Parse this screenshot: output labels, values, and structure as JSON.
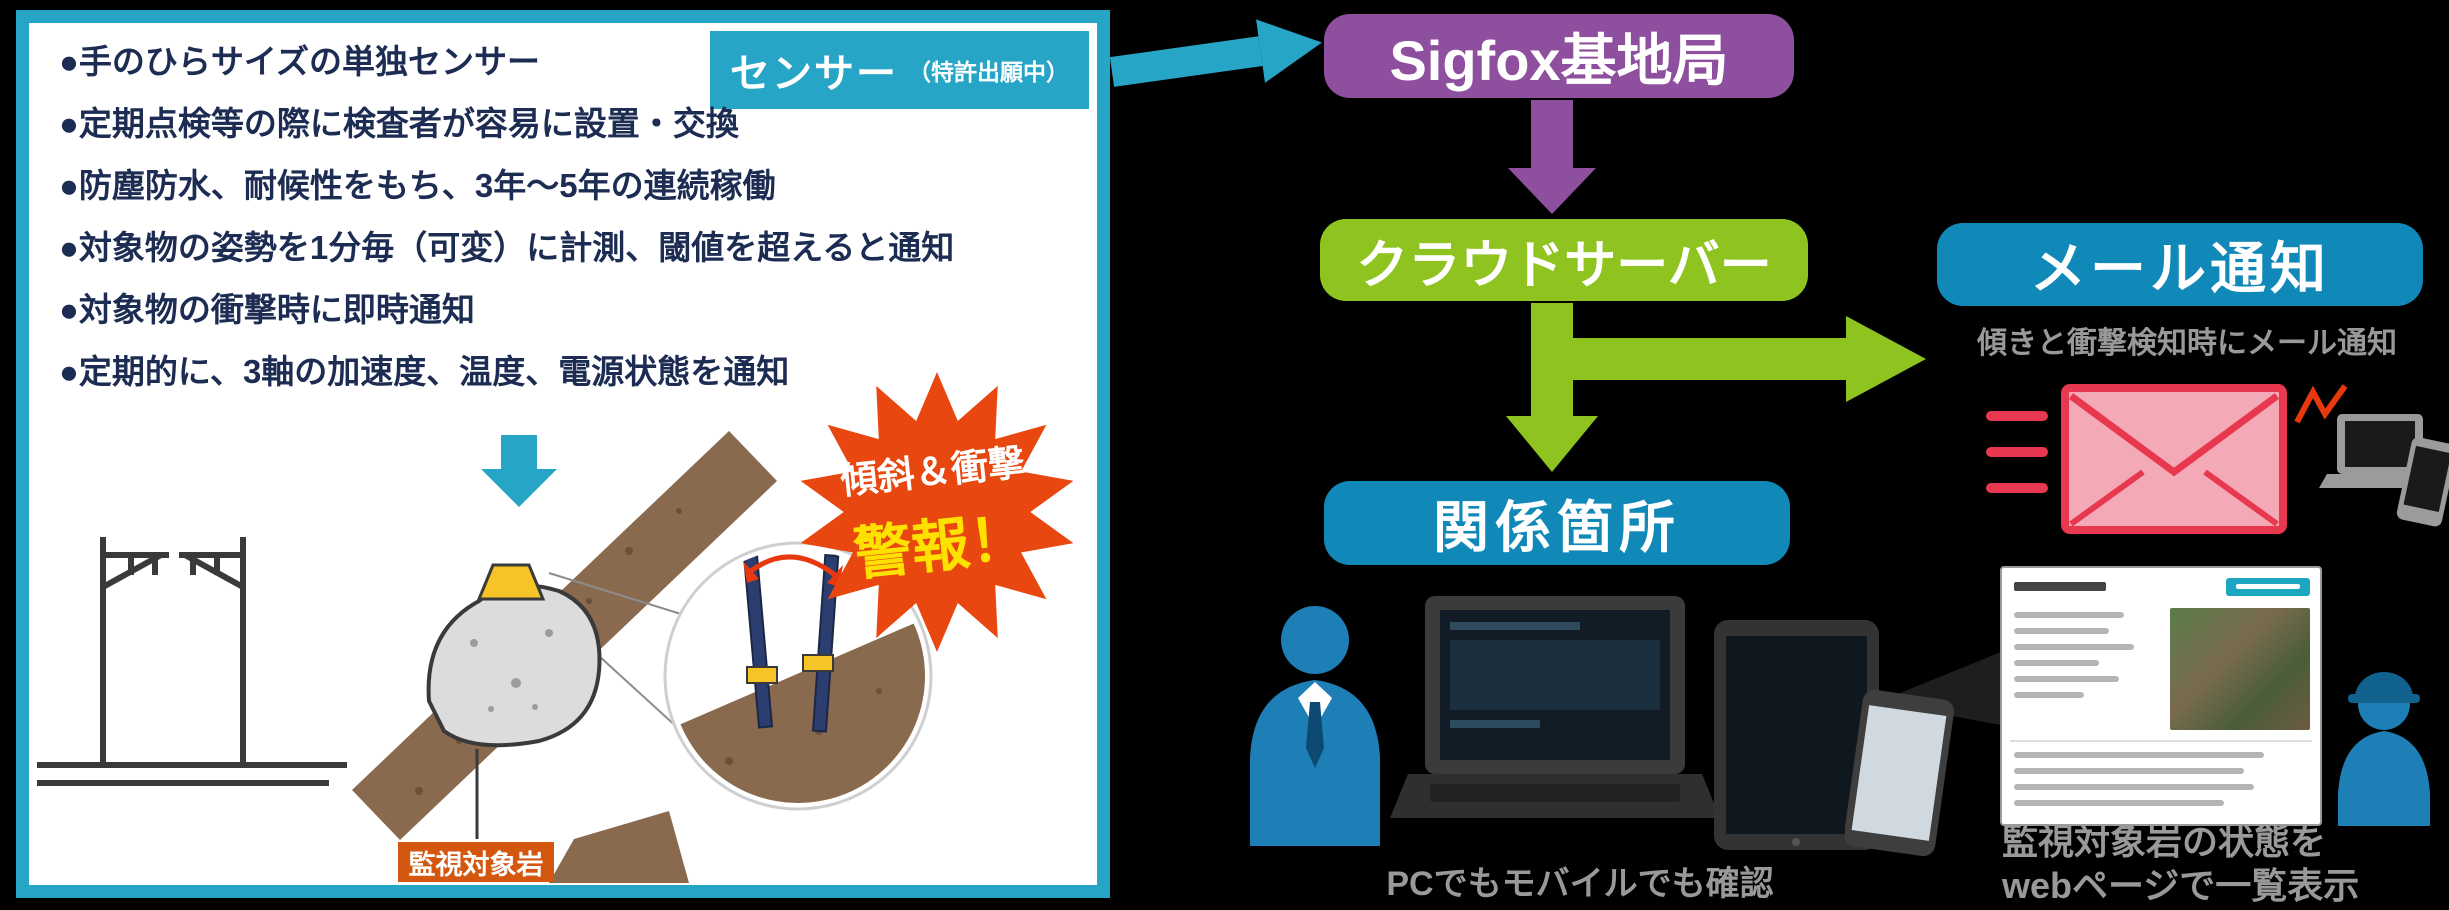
{
  "panel": {
    "tag": {
      "label": "センサー",
      "note": "（特許出願中）"
    },
    "bullets": [
      "●手のひらサイズの単独センサー",
      "●定期点検等の際に検査者が容易に設置・交換",
      "●防塵防水、耐候性をもち、3年～5年の連続稼働",
      "●対象物の姿勢を1分毎（可変）に計測、閾値を超えると通知",
      "●対象物の衝撃時に即時通知",
      "●定期的に、3軸の加速度、温度、電源状態を通知"
    ],
    "alert": {
      "line1": "傾斜＆衝撃",
      "line2": "警報！"
    },
    "rock_label": "監視対象岩"
  },
  "flow": {
    "sigfox_label": "Sigfox基地局",
    "cloud_label": "クラウドサーバー",
    "mail_label": "メール通知",
    "mail_caption": "傾きと衝撃検知時にメール通知",
    "stakeholders_label": "関係箇所",
    "pc_caption": "PCでもモバイルでも確認",
    "web_caption_line1": "監視対象岩の状態を",
    "web_caption_line2": "webページで一覧表示"
  },
  "colors": {
    "teal": "#26a5c6",
    "purple": "#8e4f9e",
    "green": "#8fc31f",
    "blue_box": "#1088b8",
    "alert_red": "#e8470f",
    "alert_yellow": "#ffe100",
    "text_navy": "#1c2c52",
    "caption_gray": "#999999",
    "rock_label_orange": "#d3570f",
    "envelope_pink": "#f4aab6",
    "envelope_red": "#e8384f",
    "soil_brown": "#8a6a4e",
    "person_blue": "#1d7fb5"
  }
}
